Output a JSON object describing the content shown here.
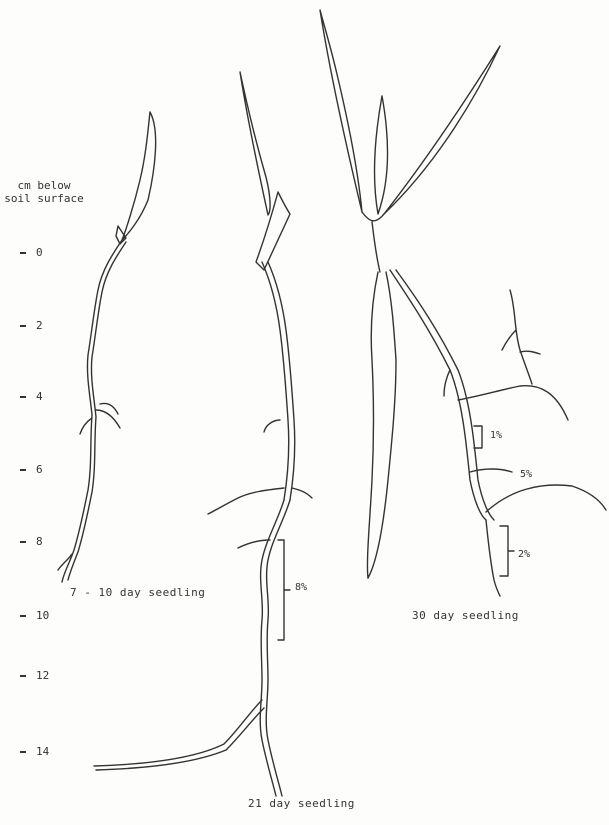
{
  "axis": {
    "title_line1": "cm below",
    "title_line2": "soil surface",
    "ticks": [
      "0",
      "2",
      "4",
      "6",
      "8",
      "10",
      "12",
      "14"
    ]
  },
  "seedlings": {
    "s1": "7 - 10 day seedling",
    "s2": "21 day seedling",
    "s3": "30 day seedling"
  },
  "percents": {
    "p_8": "8%",
    "p_1": "1%",
    "p_5": "5%",
    "p_2": "2%"
  },
  "colors": {
    "ink": "#333333",
    "paper": "#fdfdfc"
  }
}
